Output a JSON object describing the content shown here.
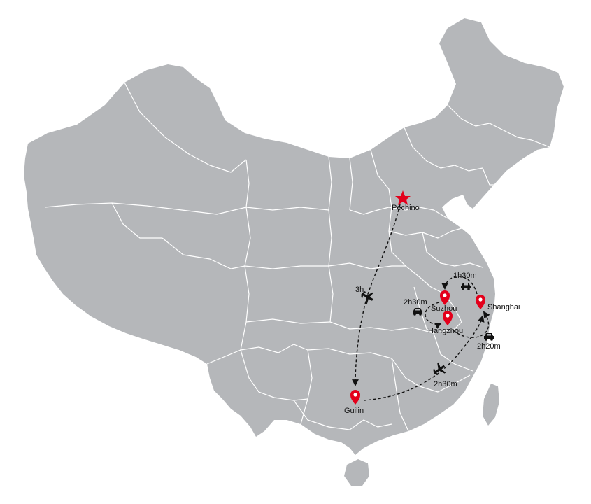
{
  "colors": {
    "land": "#b5b7ba",
    "border": "#ffffff",
    "accent": "#e3001b",
    "route": "#111111"
  },
  "cities": {
    "beijing": {
      "label": "Pechino",
      "marker": "star-icon"
    },
    "suzhou": {
      "label": "Suzhou",
      "marker": "map-pin-icon"
    },
    "hangzhou": {
      "label": "Hangzhou",
      "marker": "map-pin-icon"
    },
    "shanghai": {
      "label": "Shanghai",
      "marker": "map-pin-icon"
    },
    "guilin": {
      "label": "Guilin",
      "marker": "map-pin-icon"
    }
  },
  "routes": {
    "beijing_guilin": {
      "duration": "3h",
      "mode": "airplane-icon"
    },
    "shanghai_suzhou": {
      "duration": "1h30m",
      "mode": "car-icon"
    },
    "suzhou_hangzhou": {
      "duration": "2h30m",
      "mode": "car-icon"
    },
    "hangzhou_shanghai": {
      "duration": "2h20m",
      "mode": "car-icon"
    },
    "guilin_shanghai": {
      "duration": "2h30m",
      "mode": "airplane-icon"
    }
  }
}
